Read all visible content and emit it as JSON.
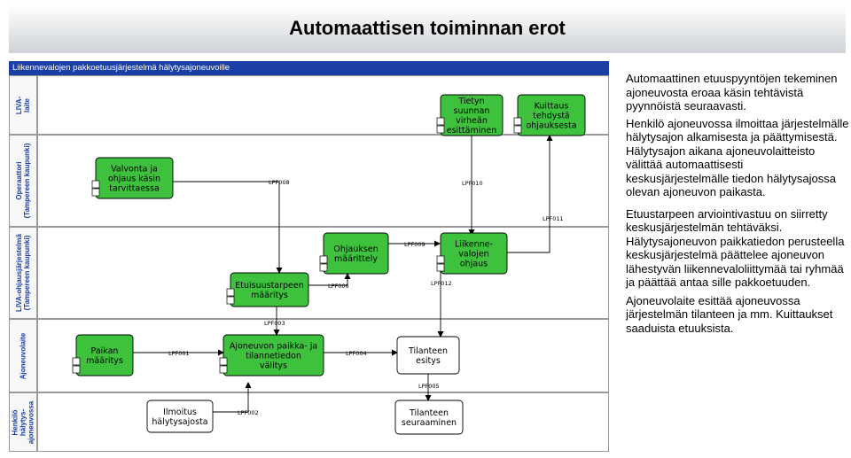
{
  "title": "Automaattisen toiminnan erot",
  "pool_title": "Liikennevalojen pakkoetuusjärjestelmä hälytysajoneuvoille",
  "lanes": [
    {
      "label": "LIVA-\nlaite"
    },
    {
      "label": "Operaattori\n(Tampereen kaupunki)"
    },
    {
      "label": "LIVA-ohjausjärjestelmä\n(Tampereen kaupunki)"
    },
    {
      "label": "Ajoneuvolaite"
    },
    {
      "label": "Henkilö\nhälytys-\najoneuvossa"
    }
  ],
  "boxes": {
    "tietyn": "Tietyn\nsuunnan\nvirheän\nesittäminen",
    "kuittaus": "Kuittaus\ntehdystä\nohjauksesta",
    "valvonta": "Valvonta ja\nohjaus käsin\ntarvittaessa",
    "ohjauksen": "Ohjauksen\nmäärittely",
    "liikenne": "Liikenne-\nvalojen\nohjaus",
    "etuisuus": "Etuisuustarpeen\nmääritys",
    "paikan": "Paikan\nmääritys",
    "ajoneuvon": "Ajoneuvon paikka- ja\ntilannetiedon\nvälitys",
    "tilanteen_esitys": "Tilanteen\nesitys",
    "ilmoitus": "Ilmoitus\nhälytysajosta",
    "tilanteen_seuraaminen": "Tilanteen\nseuraaminen"
  },
  "flows": {
    "lpf001": "LPF001",
    "lpf002": "LPF002",
    "lpf003": "LPF003",
    "lpf004": "LPF004",
    "lpf005": "LPF005",
    "lpf006": "LPF006",
    "lpf008": "LPF008",
    "lpf009": "LPF009",
    "lpf010": "LPF010",
    "lpf011": "LPF011",
    "lpf012": "LPF012"
  },
  "right_text": {
    "p1": "Automaattinen etuuspyyntöjen tekeminen ajoneuvosta eroaa käsin tehtävistä pyynnöistä seuraavasti.",
    "p2": "Henkilö ajoneuvossa ilmoittaa järjestelmälle hälytysajon alkamisesta ja päättymisestä. Hälytysajon aikana ajoneuvolaitteisto välittää automaattisesti keskusjärjestelmälle tiedon hälytysajossa olevan ajoneuvon paikasta.",
    "p3": "Etuustarpeen arviointivastuu on siirretty keskusjärjestelmän tehtäväksi. Hälytysajoneuvon paikkatiedon perusteella keskusjärjestelmä päättelee ajoneuvon lähestyvän liikennevaloliittymää tai ryhmää ja päättää antaa sille pakkoetuuden.",
    "p4": "Ajoneuvolaite esittää ajoneuvossa järjestelmän tilanteen ja mm. Kuittaukset saaduista etuuksista."
  },
  "colors": {
    "process_green": "#3ec23e",
    "process_white": "#ffffff",
    "header_blue": "#1b3fa6",
    "lane_label_blue": "#1b3fa6"
  }
}
